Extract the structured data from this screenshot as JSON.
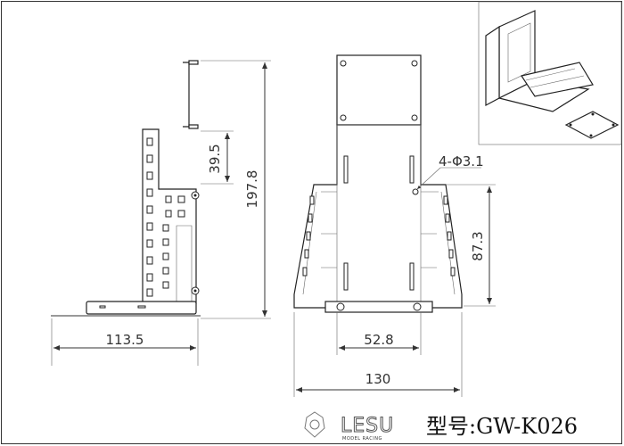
{
  "dimensions": {
    "gap_height": "39.5",
    "total_height": "197.8",
    "side_length": "113.5",
    "hole_spec": "4-Φ3.1",
    "bracket_height": "87.3",
    "plate_width": "52.8",
    "overall_width": "130"
  },
  "footer": {
    "brand": "LESU",
    "brand_sub": "MODEL RACING",
    "model_label": "型号:GW-K026"
  }
}
